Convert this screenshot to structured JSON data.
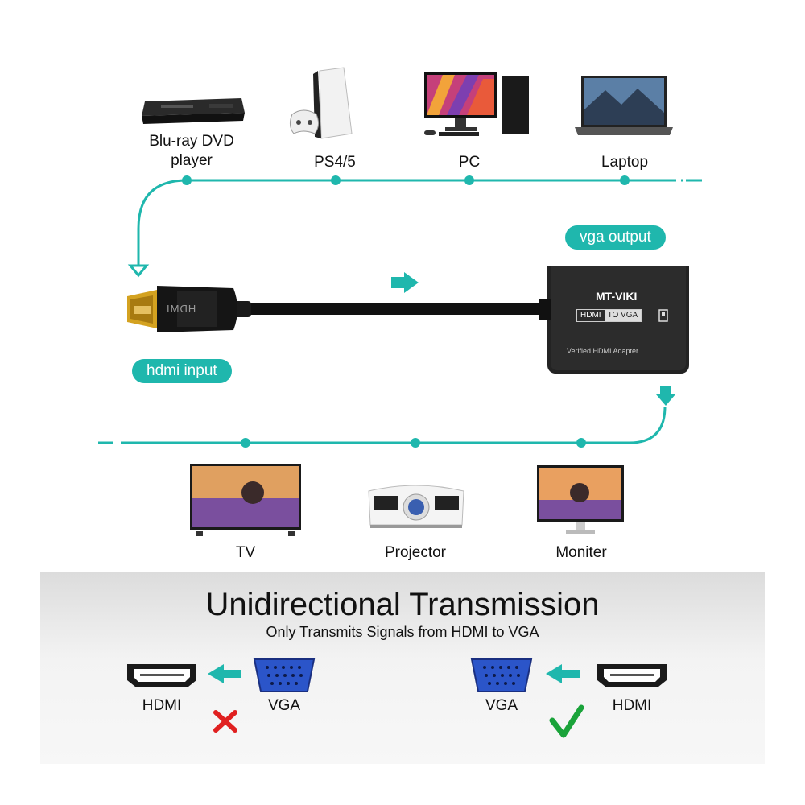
{
  "sources": [
    {
      "id": "bluray",
      "label": "Blu-ray DVD\nplayer"
    },
    {
      "id": "ps",
      "label": "PS4/5"
    },
    {
      "id": "pc",
      "label": "PC"
    },
    {
      "id": "laptop",
      "label": "Laptop"
    }
  ],
  "outputs": [
    {
      "id": "tv",
      "label": "TV"
    },
    {
      "id": "projector",
      "label": "Projector"
    },
    {
      "id": "monitor",
      "label": "Moniter"
    }
  ],
  "pills": {
    "vga_output": "vga output",
    "hdmi_input": "hdmi input"
  },
  "adapter": {
    "brand": "MT-VIKI",
    "hdmi_tag": "HDMI",
    "to_tag": "TO VGA",
    "caption": "Verified HDMI Adapter",
    "plug_text": "HDMI"
  },
  "panel": {
    "title": "Unidirectional Transmission",
    "subtitle": "Only Transmits Signals from HDMI to VGA",
    "left": {
      "hdmi": "HDMI",
      "vga": "VGA",
      "status": "invalid"
    },
    "right": {
      "vga": "VGA",
      "hdmi": "HDMI",
      "status": "valid"
    }
  },
  "colors": {
    "accent": "#1fb7ad",
    "cross": "#e02020",
    "check": "#1aa33a",
    "vga_blue": "#2b55c9"
  }
}
